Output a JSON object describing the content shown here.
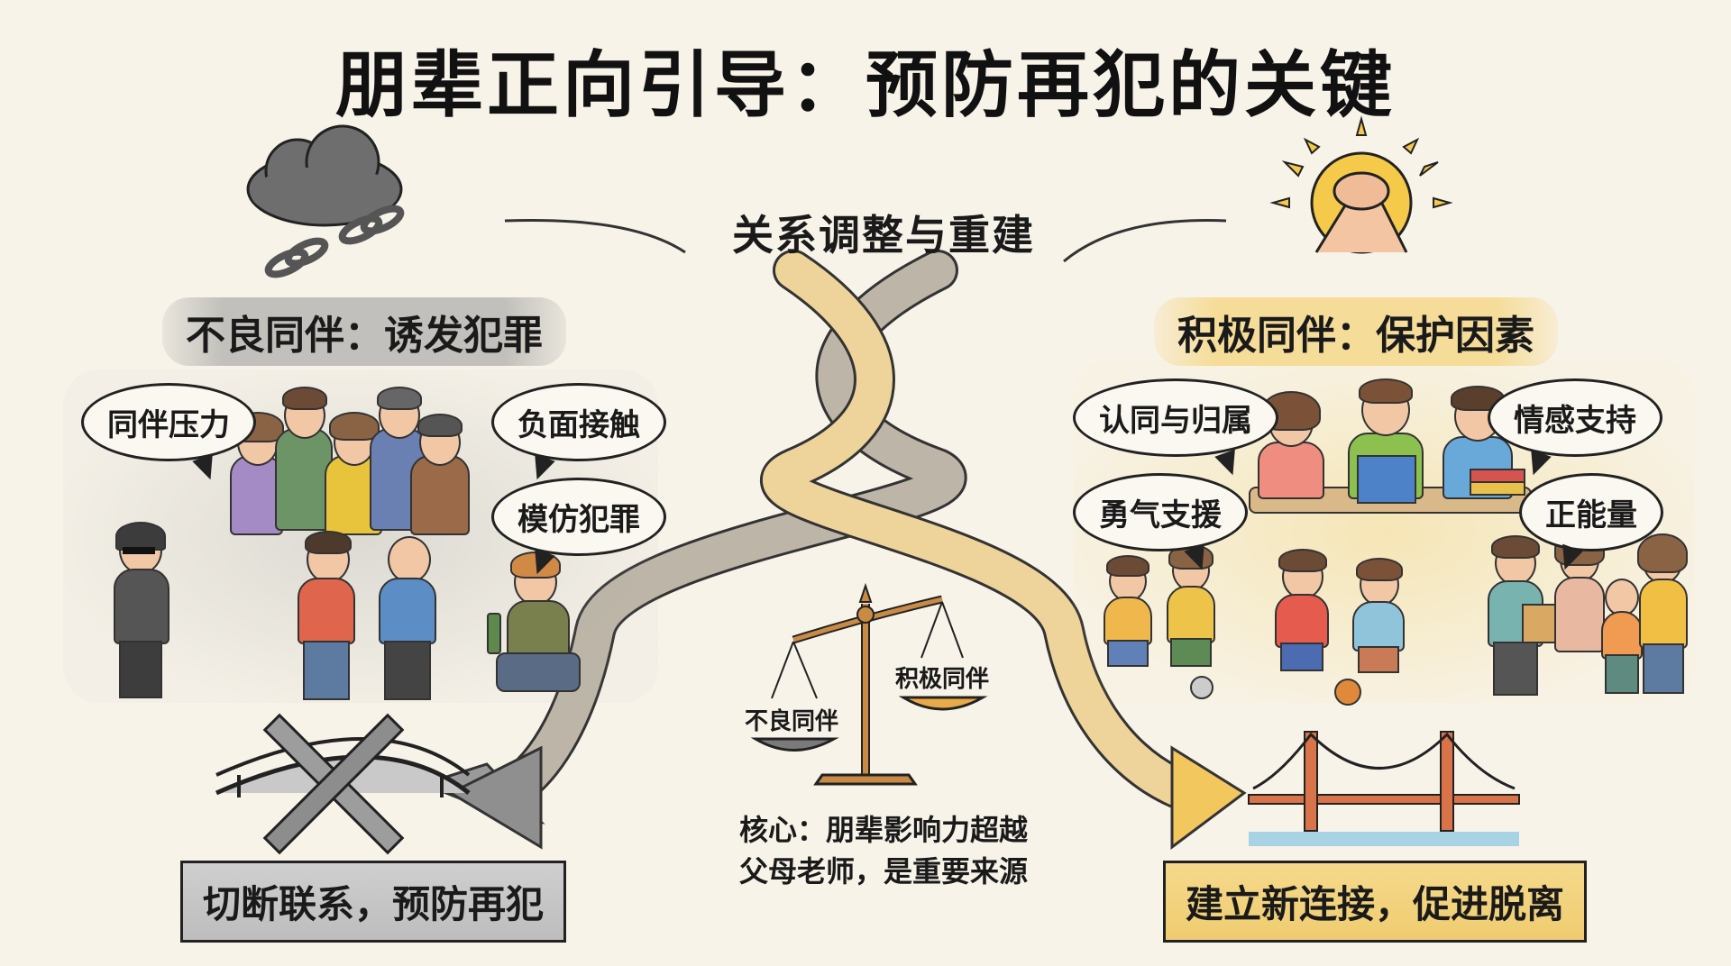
{
  "title": "朋辈正向引导：预防再犯的关键",
  "center": {
    "label": "关系调整与重建",
    "scale": {
      "left_label": "不良同伴",
      "right_label": "积极同伴"
    },
    "core_text_line1": "核心：朋辈影响力超越",
    "core_text_line2": "父母老师，是重要来源"
  },
  "negative": {
    "icon": "storm-cloud-broken-chain-icon",
    "heading": "不良同伴：诱发犯罪",
    "bubbles": [
      "同伴压力",
      "负面接触",
      "模仿犯罪"
    ],
    "outcome_icon": "crossed-bridge-icon",
    "outcome": "切断联系，预防再犯",
    "colors": {
      "accent": "#8c8c8c",
      "box": "#c4c4c4"
    }
  },
  "positive": {
    "icon": "sun-handshake-icon",
    "heading": "积极同伴：保护因素",
    "bubbles": [
      "认同与归属",
      "情感支持",
      "勇气支援",
      "正能量"
    ],
    "outcome_icon": "suspension-bridge-icon",
    "outcome": "建立新连接，促进脱离",
    "colors": {
      "accent": "#f2c25a",
      "box": "#f1d07a",
      "bridge": "#d9734a"
    }
  }
}
